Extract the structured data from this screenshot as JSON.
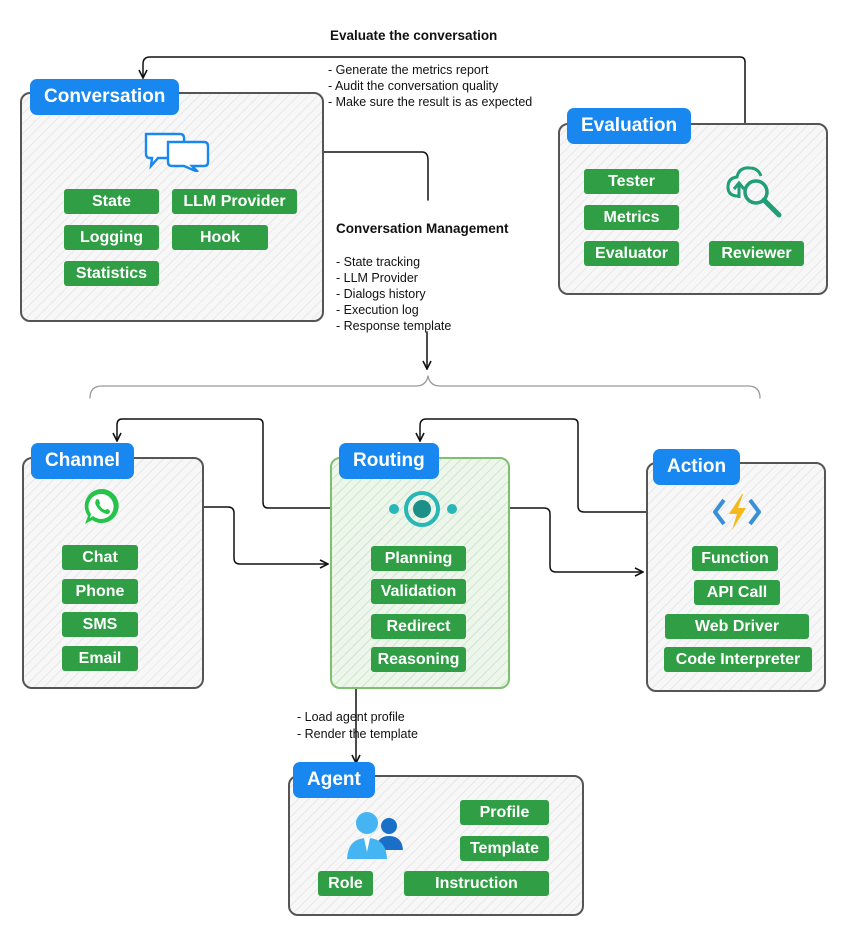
{
  "evaluate_note": {
    "title": "Evaluate the conversation",
    "lines": [
      "- Generate the metrics report",
      "- Audit the conversation quality",
      "- Make sure the result is as expected"
    ]
  },
  "conversation": {
    "title": "Conversation",
    "items": [
      "State",
      "LLM Provider",
      "Logging",
      "Hook",
      "Statistics"
    ],
    "icon": "chat-bubbles-icon"
  },
  "management_note": {
    "title": "Conversation Management",
    "lines": [
      "- State tracking",
      "- LLM Provider",
      "- Dialogs history",
      "- Execution log",
      "- Response template"
    ]
  },
  "evaluation": {
    "title": "Evaluation",
    "items": [
      "Tester",
      "Metrics",
      "Evaluator",
      "Reviewer"
    ],
    "icon": "cloud-search-icon"
  },
  "channel": {
    "title": "Channel",
    "items": [
      "Chat",
      "Phone",
      "SMS",
      "Email"
    ],
    "icon": "whatsapp-icon"
  },
  "routing": {
    "title": "Routing",
    "items": [
      "Planning",
      "Validation",
      "Redirect",
      "Reasoning"
    ],
    "icon": "router-hub-icon"
  },
  "action": {
    "title": "Action",
    "items": [
      "Function",
      "API Call",
      "Web Driver",
      "Code Interpreter"
    ],
    "icon": "azure-function-icon"
  },
  "agent_note": {
    "lines": [
      "- Load agent profile",
      "- Render the template"
    ]
  },
  "agent": {
    "title": "Agent",
    "items": [
      "Profile",
      "Template",
      "Role",
      "Instruction"
    ],
    "icon": "user-group-icon"
  },
  "colors": {
    "title_tag": "#1987f0",
    "pill": "#2f9e45",
    "routing_border": "#7fbf70",
    "panel_border": "#555555"
  }
}
